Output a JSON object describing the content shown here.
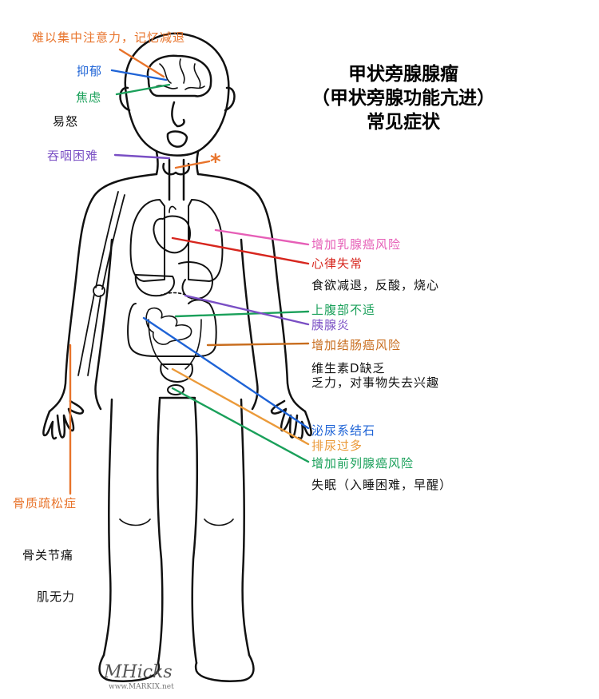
{
  "title": {
    "line1": "甲状旁腺腺瘤",
    "line2": "（甲状旁腺功能亢进）",
    "line3": "常见症状"
  },
  "asterisk": "*",
  "colors": {
    "orange": "#e8732a",
    "blue": "#1e63d6",
    "green": "#1aa05a",
    "purple": "#7a4fc4",
    "pink": "#e65fb7",
    "red": "#d7261e",
    "brown": "#c86d1e",
    "amber": "#eb9a3a",
    "black": "#111111"
  },
  "labels": {
    "concentration": "难以集中注意力，记忆减退",
    "depression": "抑郁",
    "anxiety": "焦虑",
    "irritability": "易怒",
    "dysphagia": "吞咽困难",
    "breast_cancer": "增加乳腺癌风险",
    "arrhythmia": "心律失常",
    "appetite": "食欲减退，反酸，烧心",
    "upper_abdomen": "上腹部不适",
    "pancreatitis": "胰腺炎",
    "colon_cancer": "增加结肠癌风险",
    "vitamin_d": "维生素D缺乏",
    "fatigue": "乏力，对事物失去兴趣",
    "kidney_stones": "泌尿系结石",
    "polyuria": "排尿过多",
    "prostate_cancer": "增加前列腺癌风险",
    "insomnia": "失眠（入睡困难，早醒）",
    "osteoporosis": "骨质疏松症",
    "joint_pain": "骨关节痛",
    "weakness": "肌无力"
  },
  "watermark": {
    "signature": "MHicks",
    "url": "www.MARKIX.net"
  }
}
